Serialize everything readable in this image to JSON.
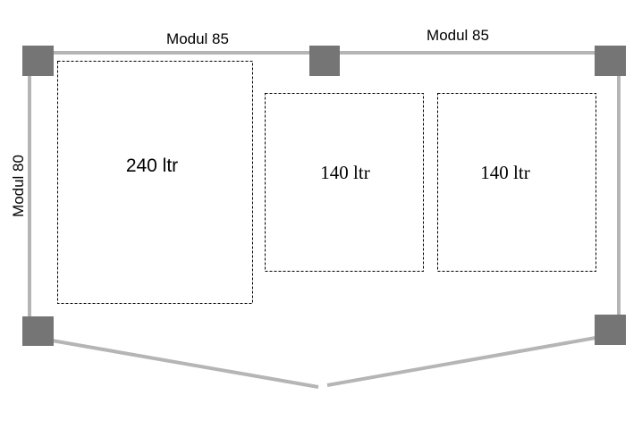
{
  "labels": {
    "top_left_module": "Modul 85",
    "top_right_module": "Modul 85",
    "side_module": "Modul 80"
  },
  "bins": [
    {
      "label": "240 ltr"
    },
    {
      "label": "140 ltr"
    },
    {
      "label": "140 ltr"
    }
  ]
}
